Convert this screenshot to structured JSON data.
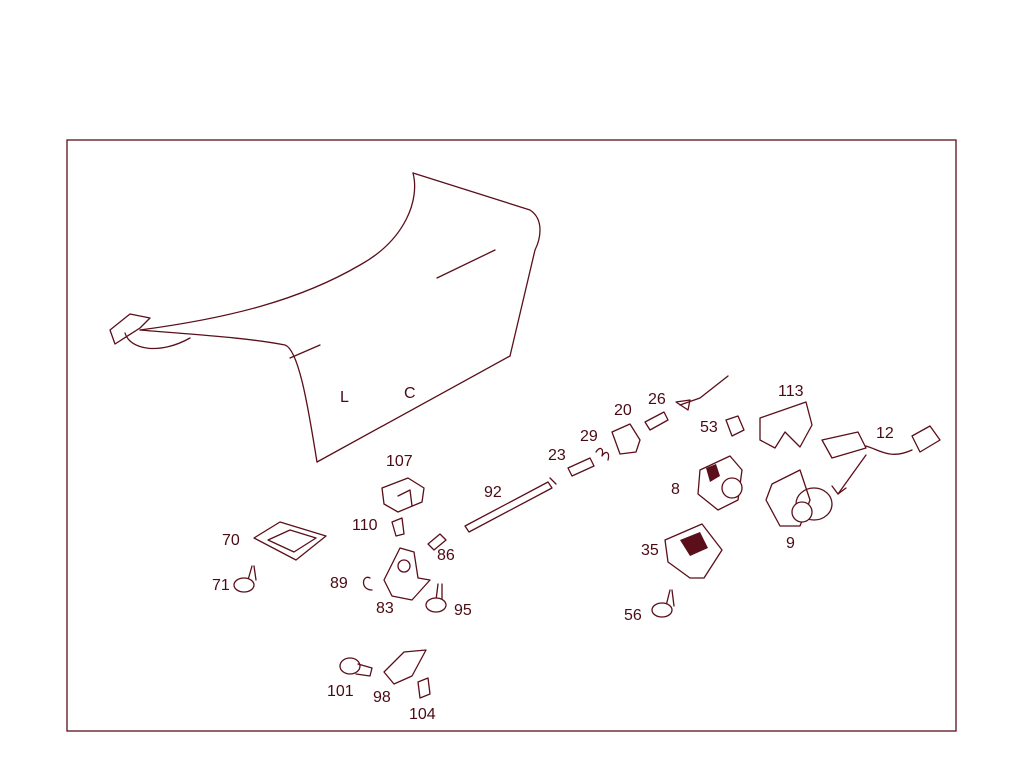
{
  "colors": {
    "line": "#5a0f1a",
    "text": "#4a0a14",
    "background": "#ffffff"
  },
  "lid_marks": [
    "L",
    "C"
  ],
  "callouts": {
    "p107": "107",
    "p92": "92",
    "p23": "23",
    "p29": "29",
    "p20": "20",
    "p26": "26",
    "p113": "113",
    "p53": "53",
    "p12": "12",
    "p8": "8",
    "p9": "9",
    "p110": "110",
    "p86": "86",
    "p70": "70",
    "p71": "71",
    "p89": "89",
    "p83": "83",
    "p95": "95",
    "p35": "35",
    "p56": "56",
    "p101": "101",
    "p98": "98",
    "p104": "104"
  }
}
